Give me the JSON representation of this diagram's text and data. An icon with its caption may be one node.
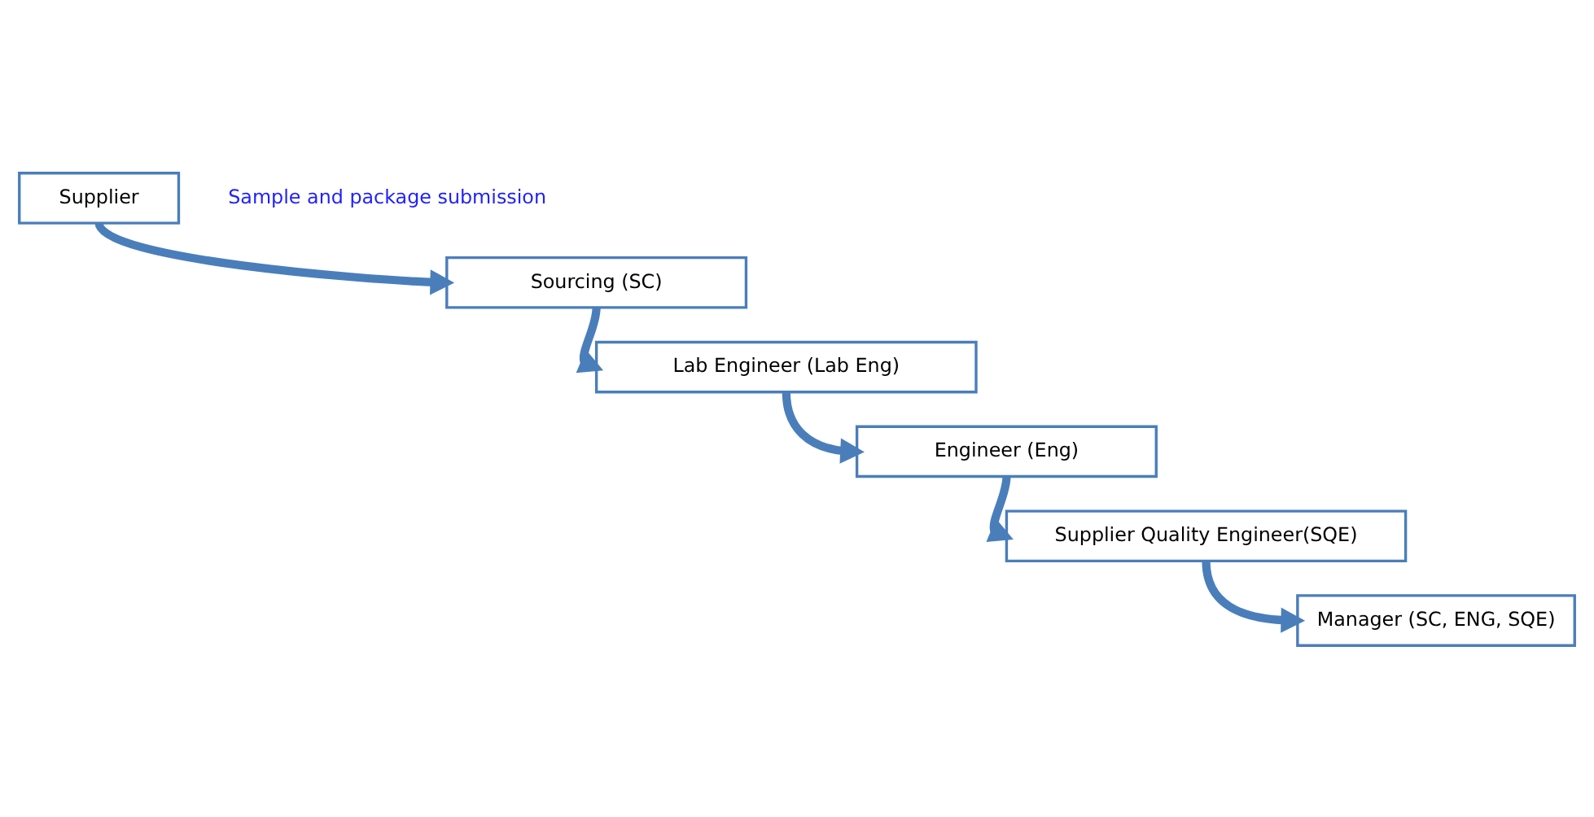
{
  "diagram": {
    "nodes": [
      {
        "text": [
          "Supplier"
        ],
        "beside": [
          "Sample and package submission"
        ]
      },
      {
        "text": [
          "Sourcing (SC)"
        ]
      },
      {
        "text": [
          "Lab Engineer (Lab Eng)"
        ]
      },
      {
        "text": [
          "Engineer (Eng)"
        ]
      },
      {
        "text": [
          "Supplier Quality Engineer(SQE)"
        ]
      },
      {
        "text": [
          "Manager (SC, ENG, SQE)"
        ]
      }
    ],
    "edges": [
      {
        "from": 0,
        "to": 1,
        "arrow": "to"
      },
      {
        "from": 1,
        "to": 2,
        "arrow": "to"
      },
      {
        "from": 2,
        "to": 3,
        "arrow": "to"
      },
      {
        "from": 3,
        "to": 4,
        "arrow": "to"
      },
      {
        "from": 4,
        "to": 5,
        "arrow": "to"
      }
    ]
  }
}
